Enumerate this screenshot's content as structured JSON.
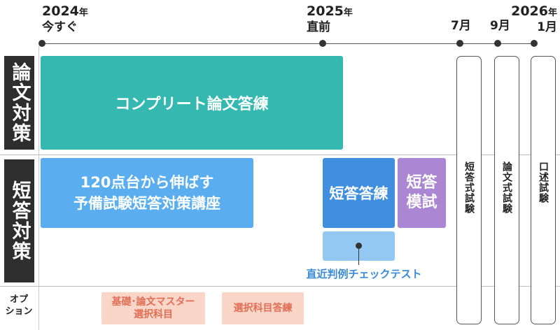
{
  "timeline": {
    "labels": [
      {
        "year": "2024",
        "nen": "年",
        "sub": "今すぐ"
      },
      {
        "year": "2025",
        "nen": "年",
        "sub": "直前"
      },
      {
        "month": "7月"
      },
      {
        "month": "9月"
      },
      {
        "year": "2026",
        "nen": "年",
        "month": "1月"
      }
    ]
  },
  "rows": {
    "essay": "論文対策",
    "short": "短答対策",
    "option": "オプション"
  },
  "blocks": {
    "complete_essay": "コンプリート論文答練",
    "short120_line1": "120点台から伸ばす",
    "short120_line2": "予備試験短答対策講座",
    "short_drill": "短答答練",
    "short_mock_line1": "短答",
    "short_mock_line2": "模試",
    "recent_case_check": "直近判例チェックテスト",
    "basic_essay_line1": "基礎･論文マスター",
    "basic_essay_line2": "選択科目",
    "elective_drill": "選択科目答練"
  },
  "exams": {
    "short_exam": "短答式試験",
    "essay_exam": "論文式試験",
    "oral_exam": "口述試験"
  },
  "colors": {
    "teal": "#35b8b0",
    "blue_light": "#5aaef0",
    "blue": "#3f8ee0",
    "blue_pale": "#93c8f2",
    "purple": "#ab86d2",
    "salmon_bg": "#f9d6c8",
    "salmon_text": "#e26f55",
    "annotation_blue": "#3a8ad6"
  }
}
